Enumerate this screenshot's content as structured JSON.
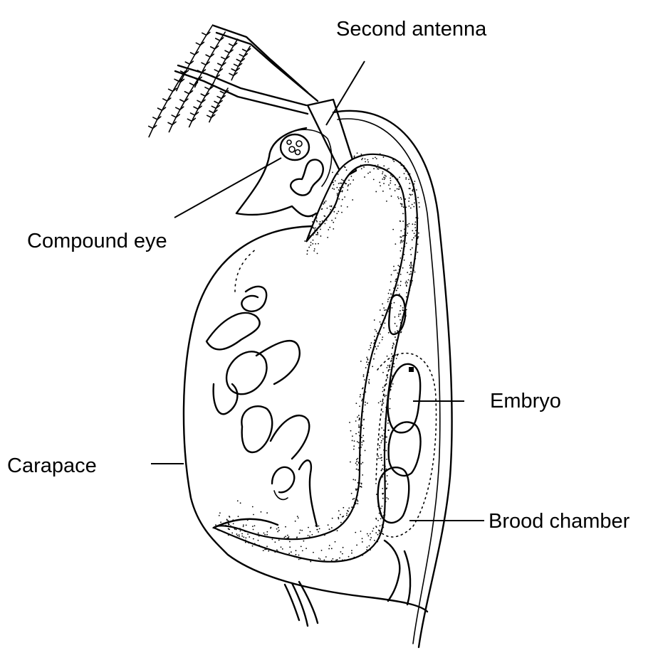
{
  "diagram": {
    "labels": {
      "second_antenna": "Second antenna",
      "compound_eye": "Compound eye",
      "embryo": "Embryo",
      "carapace": "Carapace",
      "brood_chamber": "Brood chamber"
    },
    "colors": {
      "ink": "#000000",
      "background": "#ffffff"
    }
  }
}
